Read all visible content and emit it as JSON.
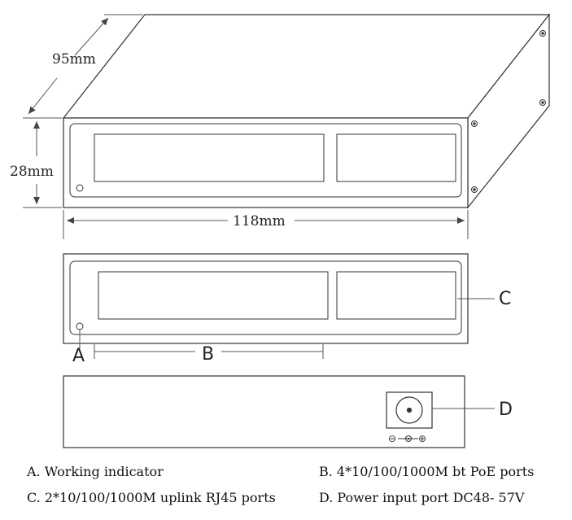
{
  "dimensions": {
    "depth": "95mm",
    "height": "28mm",
    "width": "118mm"
  },
  "callouts": {
    "a": "A",
    "b": "B",
    "c": "C",
    "d": "D"
  },
  "legend": {
    "a": "A. Working indicator",
    "b": "B. 4*10/100/1000M bt PoE ports",
    "c": "C. 2*10/100/1000M uplink RJ45 ports",
    "d": "D. Power input port DC48- 57V"
  },
  "power_polarity": {
    "minus": "⊖",
    "plus": "⊕"
  }
}
